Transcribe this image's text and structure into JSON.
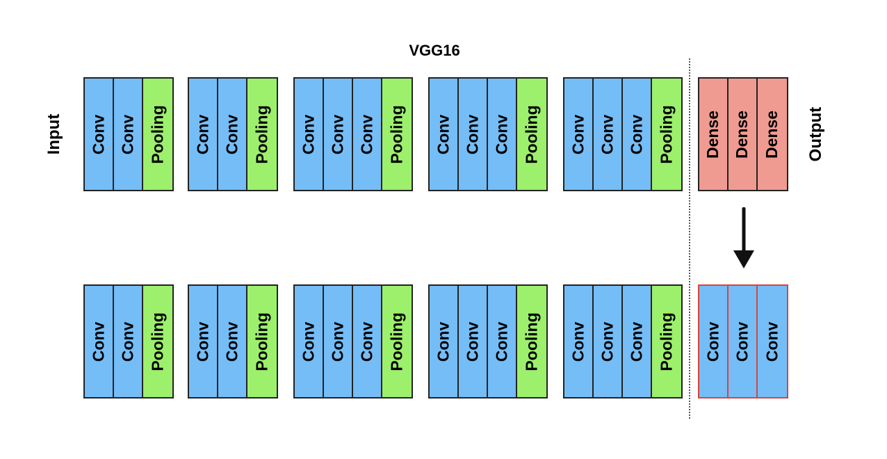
{
  "title": "VGG16",
  "input_label": "Input",
  "output_label": "Output",
  "labels": {
    "conv": "Conv",
    "pooling": "Pooling",
    "dense": "Dense"
  },
  "colors": {
    "conv": "#74bdf7",
    "pooling": "#9cf06c",
    "dense": "#f09b91",
    "highlight_border": "#d8453a"
  },
  "top_row": {
    "blocks": [
      [
        "Conv",
        "Conv",
        "Pooling"
      ],
      [
        "Conv",
        "Conv",
        "Pooling"
      ],
      [
        "Conv",
        "Conv",
        "Conv",
        "Pooling"
      ],
      [
        "Conv",
        "Conv",
        "Conv",
        "Pooling"
      ],
      [
        "Conv",
        "Conv",
        "Conv",
        "Pooling"
      ]
    ],
    "head": [
      "Dense",
      "Dense",
      "Dense"
    ]
  },
  "bottom_row": {
    "blocks": [
      [
        "Conv",
        "Conv",
        "Pooling"
      ],
      [
        "Conv",
        "Conv",
        "Pooling"
      ],
      [
        "Conv",
        "Conv",
        "Conv",
        "Pooling"
      ],
      [
        "Conv",
        "Conv",
        "Conv",
        "Pooling"
      ],
      [
        "Conv",
        "Conv",
        "Conv",
        "Pooling"
      ]
    ],
    "head": [
      "Conv",
      "Conv",
      "Conv"
    ]
  }
}
